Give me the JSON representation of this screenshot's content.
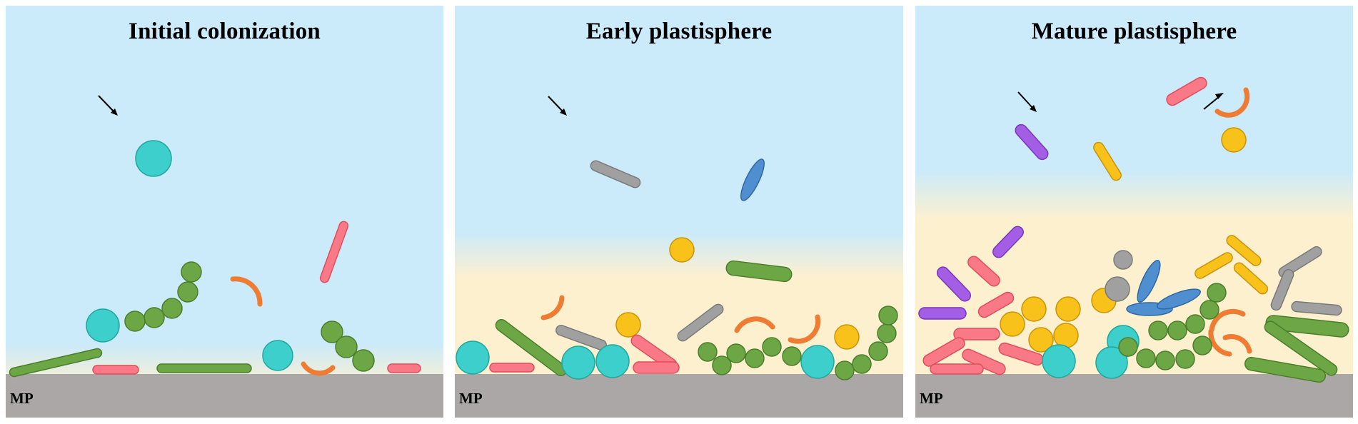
{
  "panels": [
    {
      "title": "Initial colonization",
      "substrate_label": "MP"
    },
    {
      "title": "Early plastisphere",
      "substrate_label": "MP"
    },
    {
      "title": "Mature plastisphere",
      "substrate_label": "MP"
    }
  ],
  "colors": {
    "water": "#cbeafa",
    "biofilm": "#fdf0cf",
    "substrate": "#aba7a7",
    "cyan_cocci": "#3ccfcc",
    "green_cocci": "#6ca645",
    "green_rod": "#6ca645",
    "red_rod": "#f97a86",
    "orange_vibrio": "#ee7d33",
    "grey_rod": "#a0a0a0",
    "blue_rod": "#4f8fcf",
    "yellow_cocci": "#f8c21a",
    "purple_rod": "#a45ee6"
  }
}
